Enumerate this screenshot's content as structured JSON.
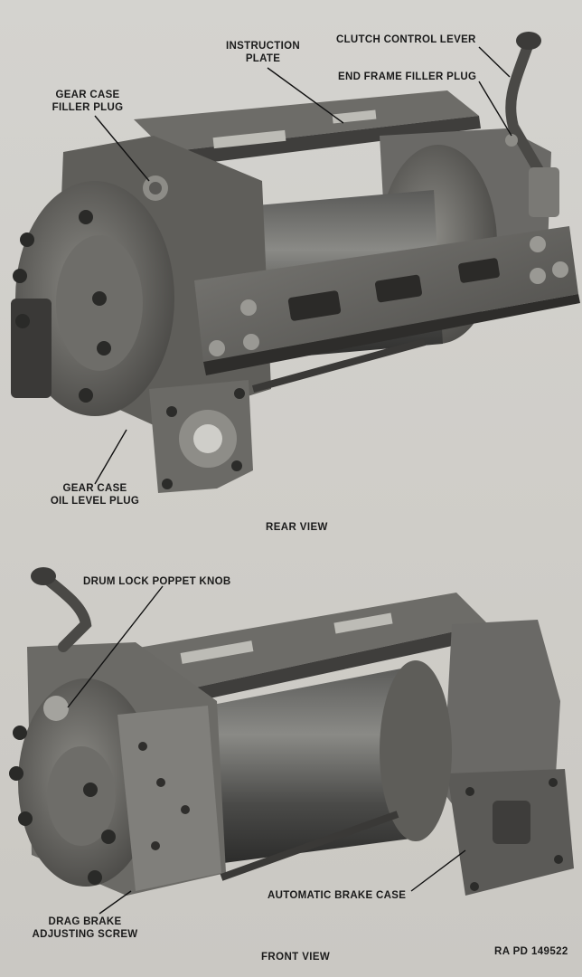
{
  "rear_view": {
    "caption": "REAR VIEW",
    "labels": {
      "instruction_plate": "INSTRUCTION\nPLATE",
      "clutch_control_lever": "CLUTCH CONTROL LEVER",
      "end_frame_filler_plug": "END FRAME FILLER PLUG",
      "gear_case_filler_plug": "GEAR CASE\nFILLER PLUG",
      "gear_case_oil_level_plug": "GEAR CASE\nOIL LEVEL PLUG"
    }
  },
  "front_view": {
    "caption": "FRONT VIEW",
    "labels": {
      "drum_lock_poppet_knob": "DRUM LOCK POPPET KNOB",
      "automatic_brake_case": "AUTOMATIC BRAKE CASE",
      "drag_brake_adjusting_screw": "DRAG BRAKE\nADJUSTING SCREW"
    }
  },
  "figure_reference": "RA PD 149522"
}
